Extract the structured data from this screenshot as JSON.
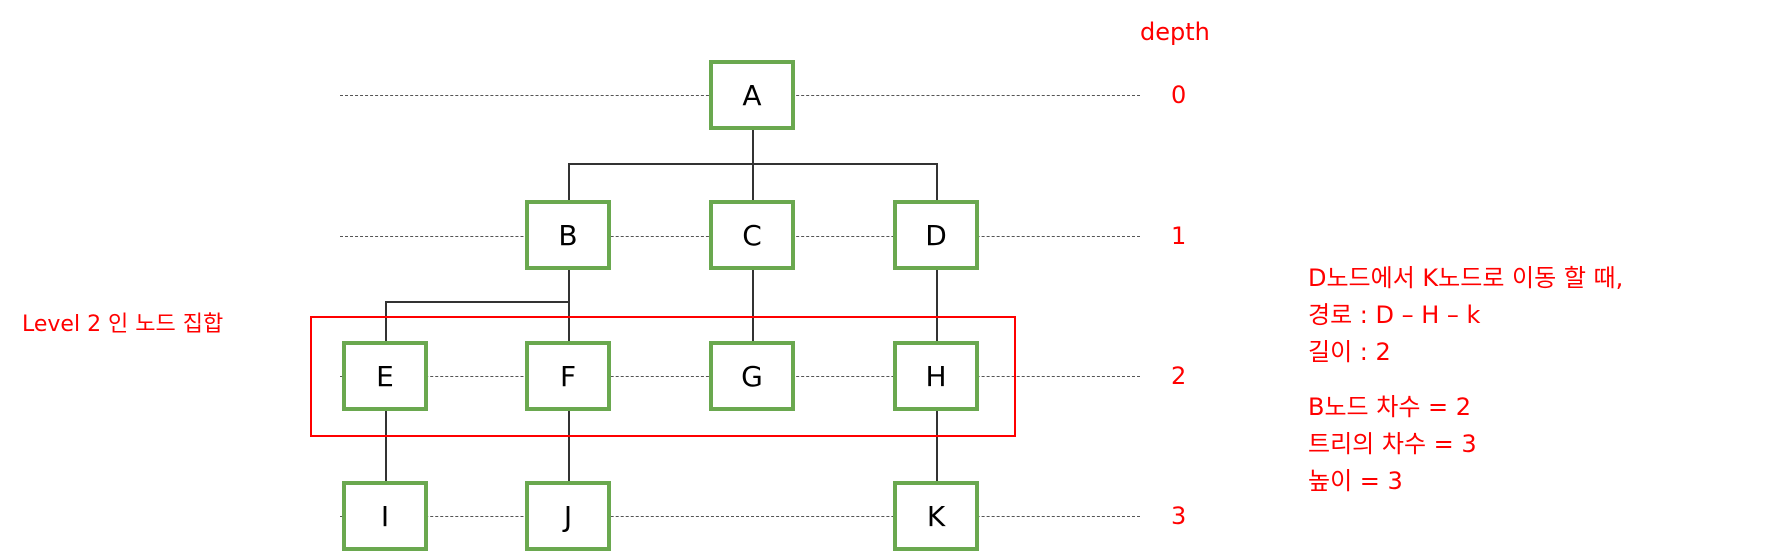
{
  "colors": {
    "node_border": "#6aa84f",
    "annotation": "#ff0000",
    "dotted_line": "#555555"
  },
  "depth_header": "depth",
  "depths": [
    "0",
    "1",
    "2",
    "3"
  ],
  "nodes": {
    "A": "A",
    "B": "B",
    "C": "C",
    "D": "D",
    "E": "E",
    "F": "F",
    "G": "G",
    "H": "H",
    "I": "I",
    "J": "J",
    "K": "K"
  },
  "level_box_label": "Level 2 인 노드 집합",
  "notes": {
    "path_title": "D노드에서 K노드로 이동 할 때,",
    "path": "경로 : D – H – k",
    "length": "길이 : 2",
    "b_degree": "B노드 차수 = 2",
    "tree_degree": "트리의 차수 = 3",
    "height": "높이 = 3"
  }
}
